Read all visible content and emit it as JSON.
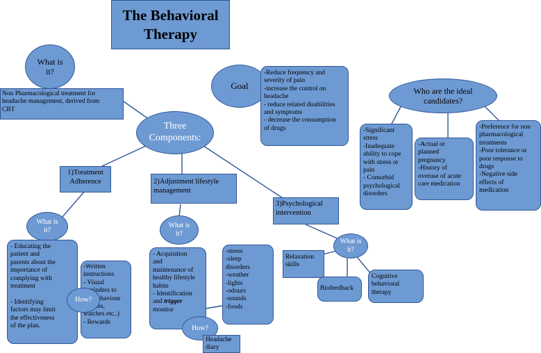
{
  "title": "The Behavioral\nTherapy",
  "what_is_it_main": "What is\nit?",
  "definition": "Non Pharmacological treatment for\nheadache management, derived from\nCBT",
  "three_components": "Three\nComponents:",
  "goal": {
    "label": "Goal",
    "items": "-Reduce frequency and\nseverity of pain\n-increase the control on\nheadache\n- reduce related disabilities\nand symptoms\n- decrease the consumption\nof drugs"
  },
  "candidates": {
    "label": "Who are the ideal\ncandidates?",
    "box1": "-Significant\nstress\n-Inadequate\nability to cope\nwith stress or\npain\n- Comorbid\npsychological\ndisorders",
    "box2": "-Actual or\nplanned\npregnancy\n-History of\noveruse of acute\ncare medication",
    "box3": "-Preference for non\npharmacological\ntreatments\n-Poor tolerance or\npoor response to\ndrugs\n-Negative side\neffects of\nmedication"
  },
  "component1": {
    "label": "1)Treatment\nAdherence",
    "what": "What is\nit?",
    "detail": "- Educating the\npatient and\nparents about the\nimportance of\ncomplying with\ntreatment\n\n- Identifying\nfactors may limit\nthe effectiveness\nof the plan.",
    "how": "How?",
    "how_detail": "-Written\ninstructions\n- Visual\nreminders to\ncue behaviour\n(alarms,\nwatches etc..)\n- Rewards"
  },
  "component2": {
    "label": "2)Adjustment  lifestyle\nmanagement",
    "what": "What is\nit?",
    "detail_part1": "- Acquisition\nand\nmaintenance of\nhealthy lifestyle\nhabits\n- Identification\nand ",
    "detail_trigger": "trigger",
    "detail_part2": "\nmonitor",
    "triggers": "-stress\n-sleep\ndisorders\n-weather\n-lights\n-odours\n-sounds\n-foods",
    "how": "How?",
    "how_detail": "Headache\ndiary"
  },
  "component3": {
    "label": "3)Psychological\nintervention",
    "what": "What is\nit?",
    "relaxation": "Relaxation\nskills",
    "biofeedback": "Biofeedback",
    "cognitive": "Cognitive\nbehavioral\ntherapy"
  },
  "colors": {
    "fill": "#6e9ad3",
    "stroke": "#2f5597"
  }
}
